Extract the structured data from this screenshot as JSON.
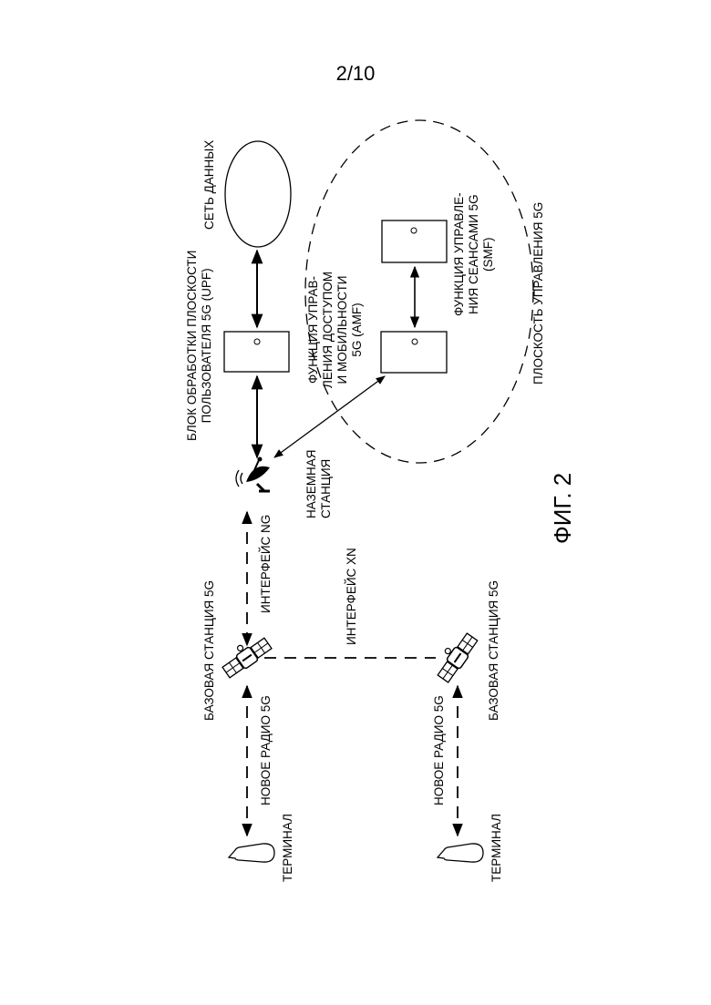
{
  "page_number": "2/10",
  "figure_label": "ФИГ. 2",
  "nodes": {
    "data_network": "СЕТЬ ДАННЫХ",
    "upf": "БЛОК ОБРАБОТКИ ПЛОСКОСТИ\nПОЛЬЗОВАТЕЛЯ 5G (UPF)",
    "amf": "ФУНКЦИЯ УПРАВ-\nЛЕНИЯ ДОСТУПОМ\nИ МОБИЛЬНОСТИ\n5G (AMF)",
    "smf": "ФУНКЦИЯ УПРАВЛЕ-\nНИЯ СЕАНСАМИ 5G\n(SMF)",
    "control_plane": "ПЛОСКОСТЬ УПРАВЛЕНИЯ 5G",
    "ground_station": "НАЗЕМНАЯ\nСТАНЦИЯ",
    "ng_interface": "ИНТЕРФЕЙС NG",
    "xn_interface": "ИНТЕРФЕЙС XN",
    "base_station_1": "БАЗОВАЯ СТАНЦИЯ 5G",
    "base_station_2": "БАЗОВАЯ СТАНЦИЯ 5G",
    "new_radio_1": "НОВОЕ РАДИО 5G",
    "new_radio_2": "НОВОЕ РАДИО 5G",
    "terminal_1": "ТЕРМИНАЛ",
    "terminal_2": "ТЕРМИНАЛ"
  }
}
